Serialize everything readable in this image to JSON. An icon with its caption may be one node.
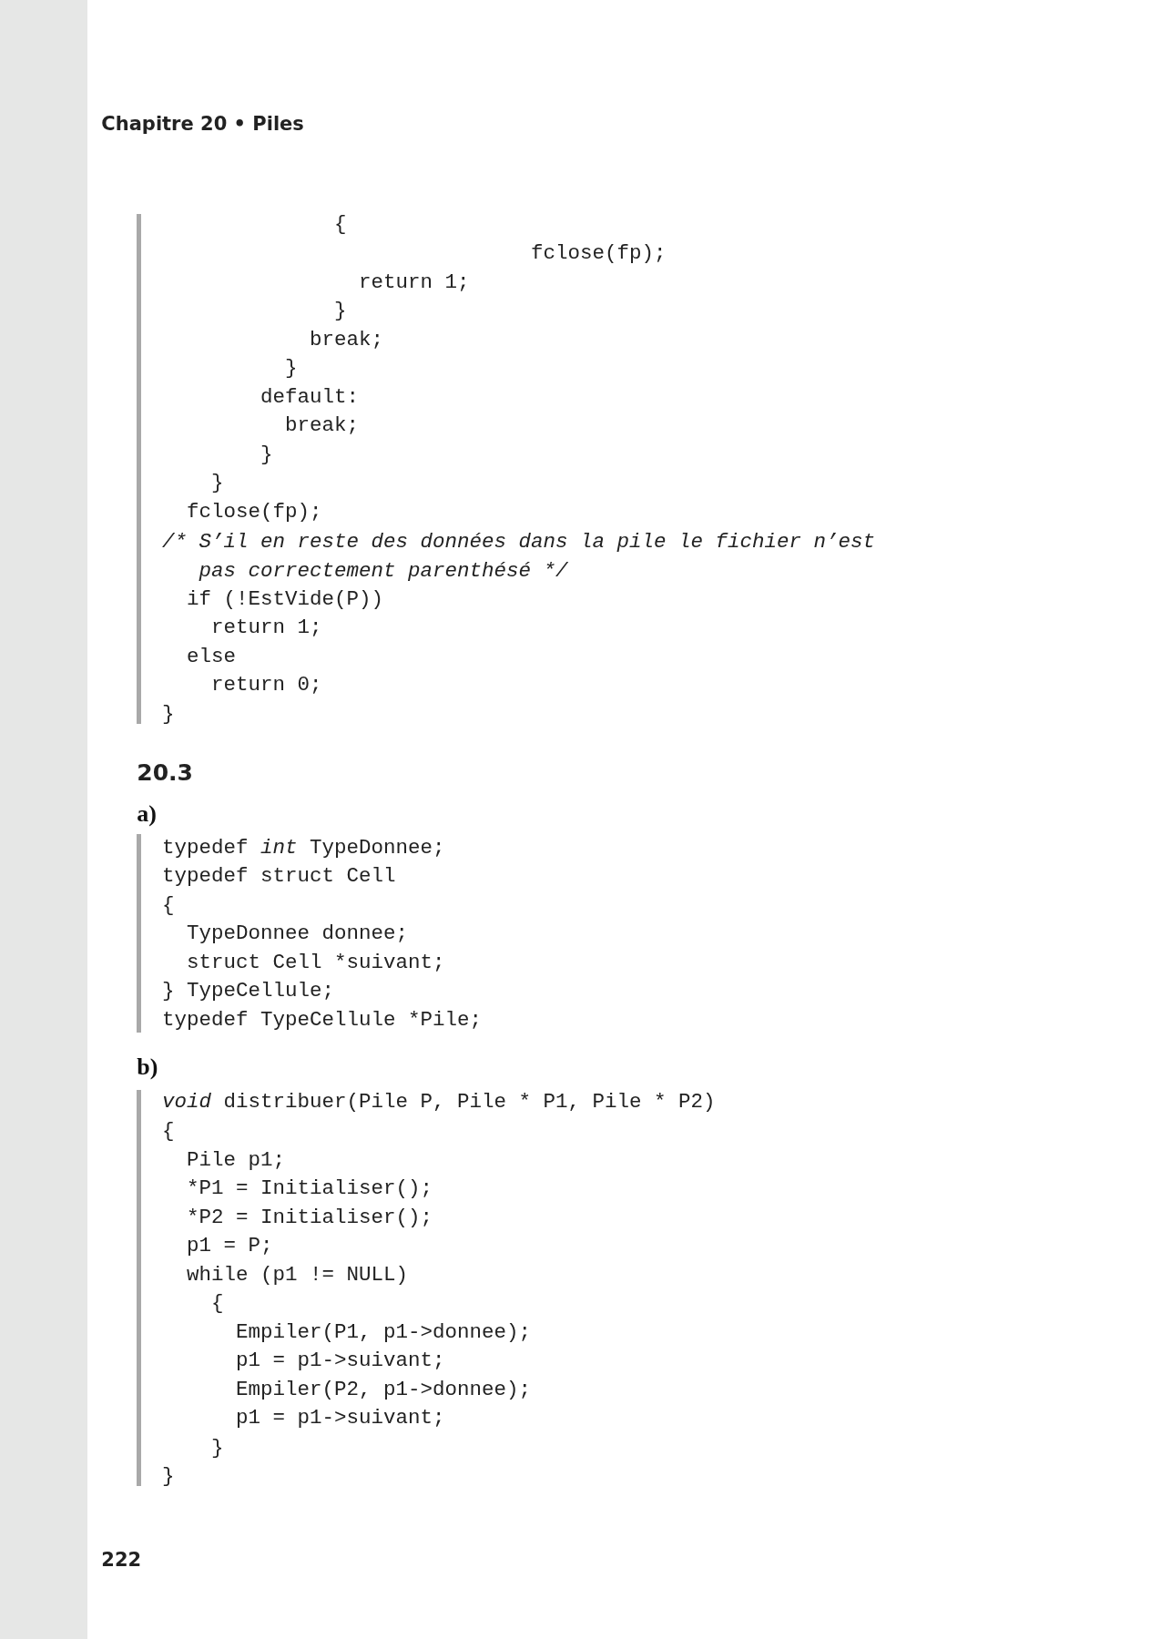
{
  "diagram": {
    "labels": [
      "Chapitre 20 • Piles",
      "{",
      "fclose(fp);",
      "return 1;",
      "}",
      "break;",
      "}",
      "default:",
      "break;",
      "}",
      "}",
      "fclose(fp);",
      "/* S’il en reste des données dans la pile le fichier n’est",
      "pas correctement parenthésé */",
      "if (!EstVide(P))",
      "return 1;",
      "else",
      "return 0;",
      "}",
      "20.3",
      "a)",
      "typedef",
      "int",
      "TypeDonnee;",
      "typedef struct Cell",
      "{",
      "TypeDonnee donnee;",
      "struct Cell *suivant;",
      "} TypeCellule;",
      "typedef TypeCellule *Pile;",
      "b)",
      "void",
      "distribuer(Pile P, Pile * P1, Pile * P2)",
      "{",
      "Pile p1;",
      "*P1 = Initialiser();",
      "*P2 = Initialiser();",
      "p1 = P;",
      "while (p1 != NULL)",
      "{",
      "Empiler(P1, p1->donnee);",
      "p1 = p1->suivant;",
      "Empiler(P2, p1->donnee);",
      "p1 = p1->suivant;",
      "}",
      "}",
      "222"
    ]
  }
}
